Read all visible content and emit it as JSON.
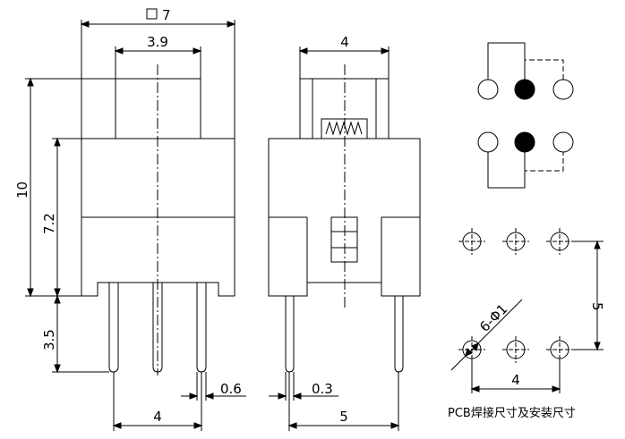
{
  "front_view": {
    "square_symbol": "□",
    "width_value": "7",
    "cap_width": "3.9",
    "total_height": "10",
    "body_height": "7.2",
    "pin_length": "3.5",
    "pin_width": "0.6",
    "pin_pitch": "4"
  },
  "side_view": {
    "top_width": "4",
    "pin_width": "0.3",
    "pin_span": "5"
  },
  "pcb_layout": {
    "vertical_pitch": "5",
    "horizontal_pitch": "4",
    "hole_note": "6-Φ1",
    "caption": "PCB焊接尺寸及安装尺寸"
  },
  "colors": {
    "line": "#000000",
    "background": "#ffffff"
  }
}
